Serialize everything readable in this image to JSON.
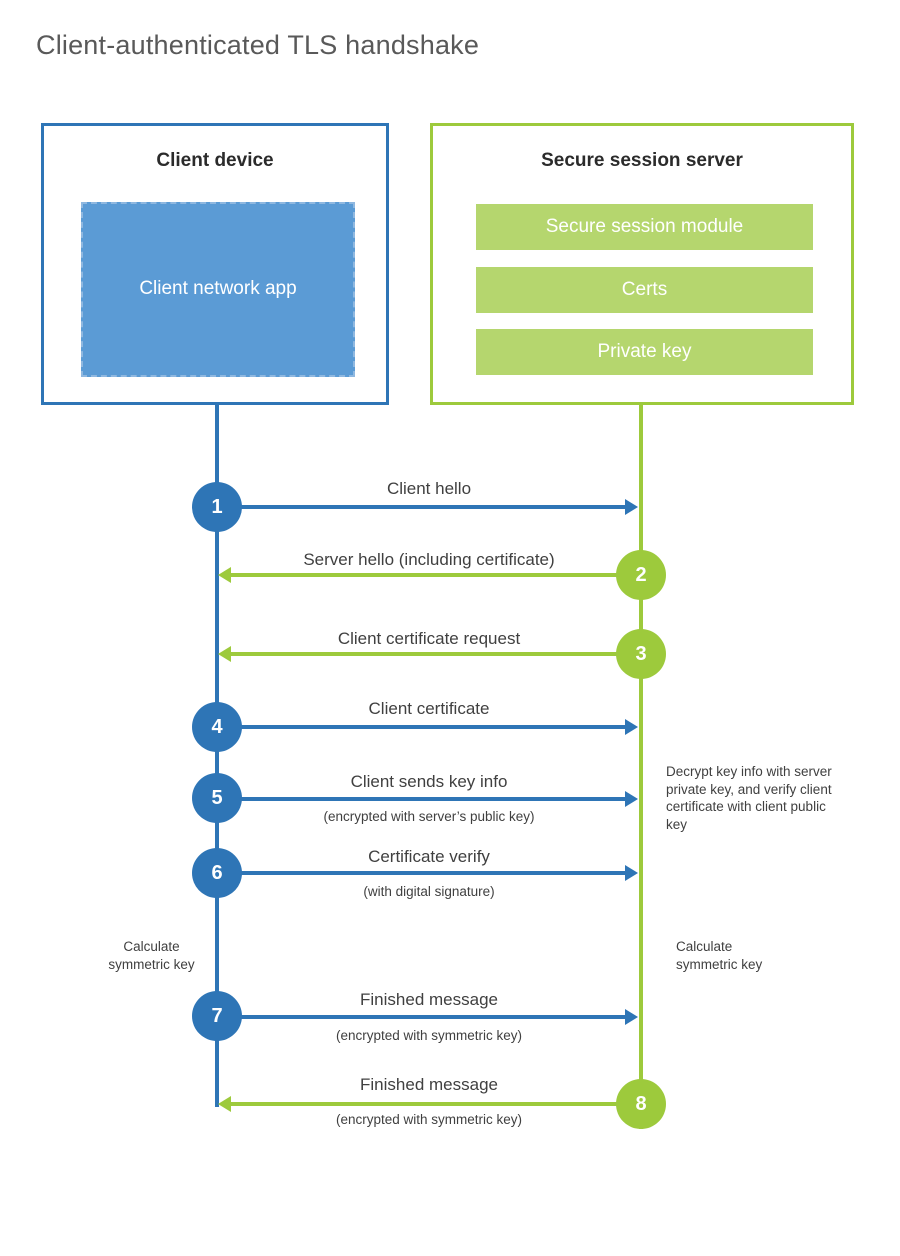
{
  "title": "Client-authenticated TLS handshake",
  "colors": {
    "blue_accent": "#2e75b6",
    "blue_fill": "#5b9bd5",
    "green_accent": "#9dca3c",
    "green_fill": "#b5d66e",
    "text": "#404040"
  },
  "client": {
    "title": "Client device",
    "app_label": "Client network app"
  },
  "server": {
    "title": "Secure session server",
    "modules": [
      "Secure session module",
      "Certs",
      "Private key"
    ]
  },
  "steps": [
    {
      "num": "1",
      "label": "Client hello",
      "sub": "",
      "direction": "right",
      "color": "blue"
    },
    {
      "num": "2",
      "label": "Server hello (including certificate)",
      "sub": "",
      "direction": "left",
      "color": "green"
    },
    {
      "num": "3",
      "label": "Client certificate request",
      "sub": "",
      "direction": "left",
      "color": "green"
    },
    {
      "num": "4",
      "label": "Client certificate",
      "sub": "",
      "direction": "right",
      "color": "blue"
    },
    {
      "num": "5",
      "label": "Client sends key info",
      "sub": "(encrypted with server’s public key)",
      "direction": "right",
      "color": "blue"
    },
    {
      "num": "6",
      "label": "Certificate verify",
      "sub": "(with digital signature)",
      "direction": "right",
      "color": "blue"
    },
    {
      "num": "7",
      "label": "Finished message",
      "sub": "(encrypted with symmetric key)",
      "direction": "right",
      "color": "blue"
    },
    {
      "num": "8",
      "label": "Finished message",
      "sub": "(encrypted with symmetric key)",
      "direction": "left",
      "color": "green"
    }
  ],
  "notes": {
    "decrypt": "Decrypt key info with server private key, and verify client certificate with client public key",
    "calc_left": "Calculate symmetric key",
    "calc_right": "Calculate symmetric key"
  }
}
